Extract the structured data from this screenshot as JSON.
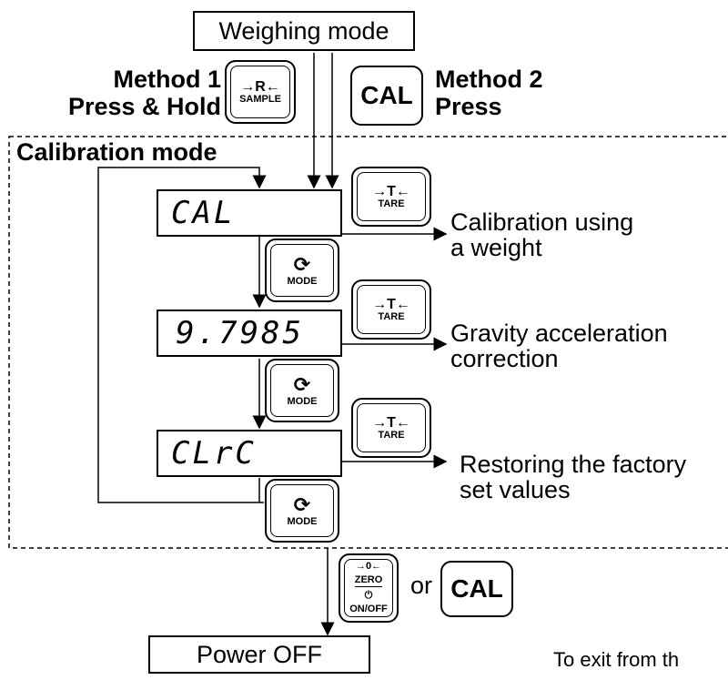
{
  "weighing_mode": "Weighing mode",
  "method1": {
    "title": "Method 1",
    "action": "Press & Hold"
  },
  "method2": {
    "title": "Method 2",
    "action": "Press"
  },
  "calibration_mode": "Calibration mode",
  "keys": {
    "sample": "SAMPLE",
    "sample_symbol": "→R←",
    "cal": "CAL",
    "tare": "TARE",
    "tare_symbol": "→T←",
    "mode": "MODE",
    "mode_symbol": "⟳",
    "zero": "ZERO",
    "zero_symbol": "→0←",
    "onoff": "ON/OFF",
    "onoff_symbol": "⏻"
  },
  "displays": [
    "CAL",
    "9.7985",
    "CLrC"
  ],
  "descriptions": {
    "cal_line1": "Calibration using",
    "cal_line2": "a weight",
    "grav_line1": "Gravity acceleration",
    "grav_line2": "correction",
    "clr_line1": "Restoring the factory",
    "clr_line2": "set values"
  },
  "or_text": "or",
  "power_off": "Power OFF",
  "exit_text": "To exit from th"
}
